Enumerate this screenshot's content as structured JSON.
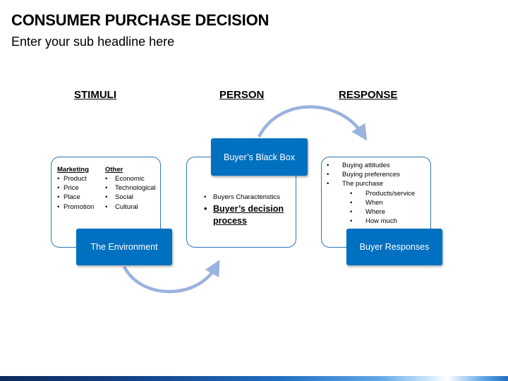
{
  "header": {
    "title": "CONSUMER PURCHASE DECISION",
    "subtitle": "Enter your sub headline here"
  },
  "columns": {
    "stimuli": "STIMULI",
    "person": "PERSON",
    "response": "RESPONSE"
  },
  "stimuli": {
    "marketing_head": "Marketing",
    "marketing_items": [
      "Product",
      "Price",
      "Place",
      "Promotion"
    ],
    "other_head": "Other",
    "other_items": [
      "Economic",
      "Technological",
      "Social",
      "Cultural"
    ],
    "label": "The Environment"
  },
  "person": {
    "label": "Buyer’s Black Box",
    "item1": "Buyers Characteristics",
    "item2_line1": "Buyer’s decision",
    "item2_line2": "process"
  },
  "response": {
    "items": [
      "Buying attitudes",
      "Buying preferences",
      "The purchase"
    ],
    "sub_items": [
      "Products/service",
      "When",
      "Where",
      "How much"
    ],
    "label": "Buyer Responses"
  },
  "colors": {
    "accent": "#0070c0",
    "border": "#2e75b6",
    "arrow": "#9bb1de"
  }
}
